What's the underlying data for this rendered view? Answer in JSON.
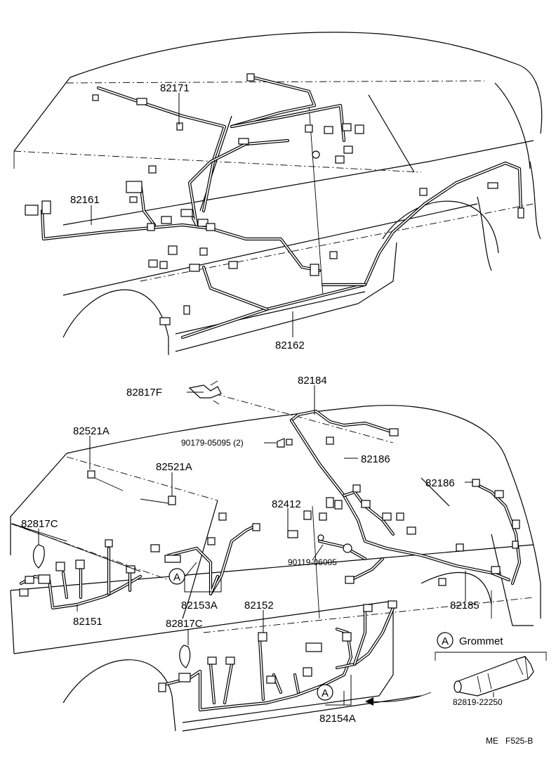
{
  "diagram": {
    "top_view": {
      "labels": {
        "p82171": "82171",
        "p82161": "82161",
        "p82162": "82162"
      }
    },
    "bottom_view": {
      "labels": {
        "p82817F": "82817F",
        "p82184": "82184",
        "p90179": "90179-05095 (2)",
        "p82186a": "82186",
        "p82186b": "82186",
        "p82521A_1": "82521A",
        "p82521A_2": "82521A",
        "p82412": "82412",
        "p82817C_1": "82817C",
        "p90119": "90119-06005",
        "p82151": "82151",
        "p82153A": "82153A",
        "p82152": "82152",
        "p82185": "82185",
        "p82817C_2": "82817C",
        "p82154A": "82154A"
      },
      "callout_A": "A",
      "grommet": {
        "circle_letter": "A",
        "title": "Grommet",
        "part_no": "82819-22250"
      }
    },
    "footer": "ME   F525-B"
  }
}
